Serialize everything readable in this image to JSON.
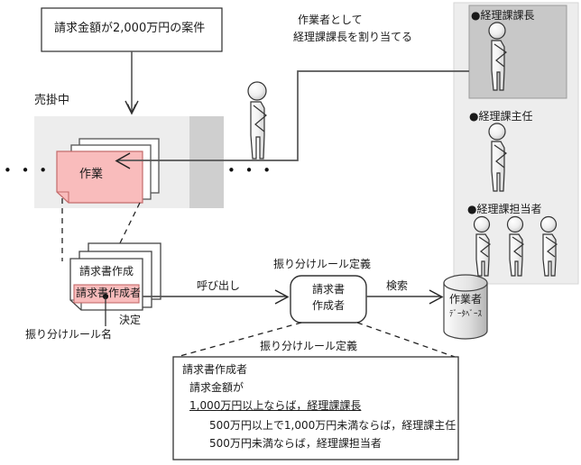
{
  "diagram": {
    "title_note": "請求金額が2,000万円の案件",
    "case_box": {
      "text": "請求金額が2,000万円の案件"
    },
    "state_label": {
      "text": "売掛中"
    },
    "work_token": {
      "text": "作業"
    },
    "assign_note": {
      "line1": "作業者として",
      "line2": "経理課課長を割り当てる"
    },
    "task_stack": {
      "title": "請求書作成",
      "highlight": "請求書作成者",
      "decide_label": "決定",
      "rule_name_label": "振り分けルール名"
    },
    "call_arrow_label": "呼び出し",
    "search_arrow_label": "検索",
    "rule_node": {
      "caption": "振り分けルール定義",
      "line1": "請求書",
      "line2": "作成者"
    },
    "database": {
      "line1": "作業者",
      "line2": "ﾃﾞｰﾀﾍﾞｰｽ"
    },
    "worker_pool": {
      "groups": [
        {
          "label": "●経理課課長",
          "count": 1,
          "highlighted": true
        },
        {
          "label": "●経理課主任",
          "count": 1,
          "highlighted": false
        },
        {
          "label": "●経理課担当者",
          "count": 3,
          "highlighted": false
        }
      ]
    },
    "rule_definition_box": {
      "caption": "振り分けルール定義",
      "lines": [
        {
          "text": "請求書作成者",
          "indent": 0,
          "underline": false
        },
        {
          "text": "請求金額が",
          "indent": 1,
          "underline": false
        },
        {
          "text": "1,000万円以上ならば，経理課課長",
          "indent": 1,
          "underline": true
        },
        {
          "text": "500万円以上で1,000万円未満ならば，経理課主任",
          "indent": 2,
          "underline": false
        },
        {
          "text": "500万円未満ならば，経理課担当者",
          "indent": 2,
          "underline": false
        }
      ]
    },
    "ellipsis_left": "• • •",
    "ellipsis_right": "• • •",
    "colors": {
      "highlight_pink": "#f9bcbc",
      "panel_gray": "#ededed",
      "panel_gray_dark": "#cfcfcf",
      "selected_gray": "#c8c8c8",
      "line": "#555555",
      "text": "#1a1a1a"
    }
  }
}
